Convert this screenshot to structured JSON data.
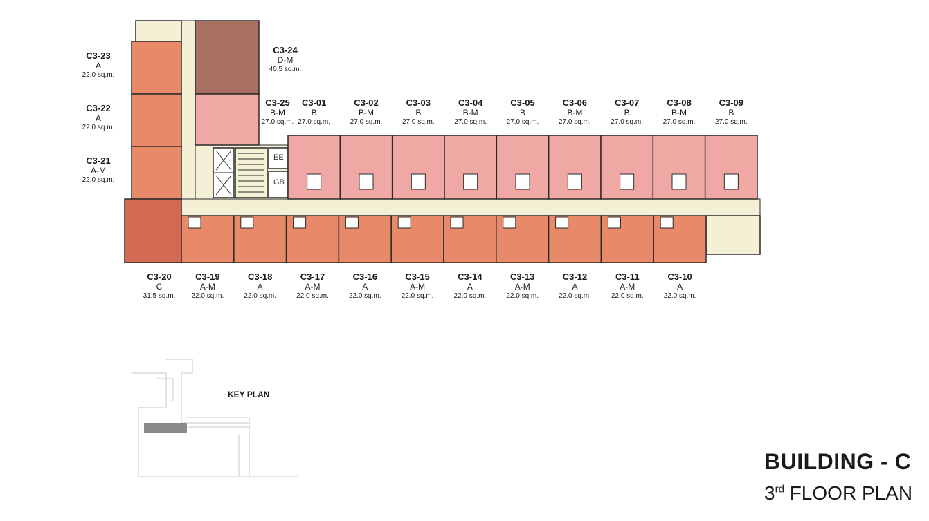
{
  "title": {
    "building": "BUILDING - C",
    "floor_ordinal": "3",
    "floor_suffix": "rd",
    "floor_text": "FLOOR PLAN"
  },
  "key_plan_label": "KEY PLAN",
  "service_labels": {
    "ee": "EE",
    "gb": "GB"
  },
  "colors": {
    "type_A": "#e8896a",
    "type_B": "#f0a8a4",
    "type_C": "#d46a52",
    "type_D": "#a87060",
    "corridor": "#f4f0d6",
    "wall": "#2a2a2a"
  },
  "units_top": [
    {
      "code": "C3-25",
      "type": "B-M",
      "area": "27.0 sq.m."
    },
    {
      "code": "C3-01",
      "type": "B",
      "area": "27.0 sq.m."
    },
    {
      "code": "C3-02",
      "type": "B-M",
      "area": "27.0 sq.m."
    },
    {
      "code": "C3-03",
      "type": "B",
      "area": "27.0 sq.m."
    },
    {
      "code": "C3-04",
      "type": "B-M",
      "area": "27.0 sq.m."
    },
    {
      "code": "C3-05",
      "type": "B",
      "area": "27.0 sq.m."
    },
    {
      "code": "C3-06",
      "type": "B-M",
      "area": "27.0 sq.m."
    },
    {
      "code": "C3-07",
      "type": "B",
      "area": "27.0 sq.m."
    },
    {
      "code": "C3-08",
      "type": "B-M",
      "area": "27.0 sq.m."
    },
    {
      "code": "C3-09",
      "type": "B",
      "area": "27.0 sq.m."
    }
  ],
  "units_bottom": [
    {
      "code": "C3-20",
      "type": "C",
      "area": "31.5 sq.m."
    },
    {
      "code": "C3-19",
      "type": "A-M",
      "area": "22.0 sq.m."
    },
    {
      "code": "C3-18",
      "type": "A",
      "area": "22.0 sq.m."
    },
    {
      "code": "C3-17",
      "type": "A-M",
      "area": "22.0 sq.m."
    },
    {
      "code": "C3-16",
      "type": "A",
      "area": "22.0 sq.m."
    },
    {
      "code": "C3-15",
      "type": "A-M",
      "area": "22.0 sq.m."
    },
    {
      "code": "C3-14",
      "type": "A",
      "area": "22.0 sq.m."
    },
    {
      "code": "C3-13",
      "type": "A-M",
      "area": "22.0 sq.m."
    },
    {
      "code": "C3-12",
      "type": "A",
      "area": "22.0 sq.m."
    },
    {
      "code": "C3-11",
      "type": "A-M",
      "area": "22.0 sq.m."
    },
    {
      "code": "C3-10",
      "type": "A",
      "area": "22.0 sq.m."
    }
  ],
  "units_left": [
    {
      "code": "C3-23",
      "type": "A",
      "area": "22.0 sq.m."
    },
    {
      "code": "C3-22",
      "type": "A",
      "area": "22.0 sq.m."
    },
    {
      "code": "C3-21",
      "type": "A-M",
      "area": "22.0 sq.m."
    }
  ],
  "unit_corner": {
    "code": "C3-24",
    "type": "D-M",
    "area": "40.5 sq.m."
  }
}
